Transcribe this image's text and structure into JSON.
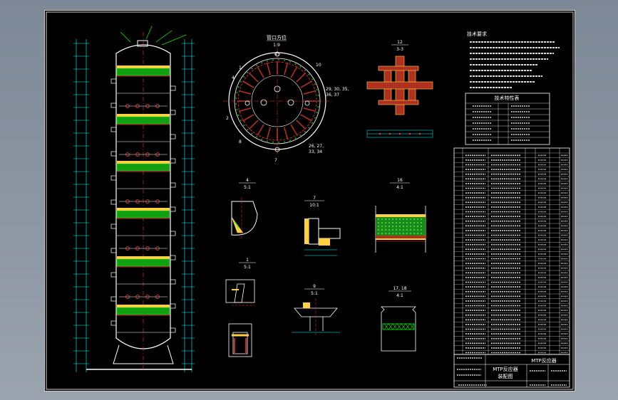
{
  "drawing": {
    "top_plan_title": "管口方位",
    "top_plan_scale": "1:9",
    "section_33_label": "12",
    "section_33_scale": "3-3",
    "tech_req_title": "技术要求",
    "tech_spec_title": "技术特性表",
    "title_main": "MTP反应器",
    "title_sub": "MTP反应器",
    "title_sub2": "装配图",
    "detail_4_label": "4",
    "detail_4_scale": "5:1",
    "detail_7_label": "7",
    "detail_7_scale": "10:1",
    "detail_16_label": "16",
    "detail_16_scale": "4:1",
    "detail_1_label": "1",
    "detail_1_scale": "5:1",
    "detail_9_label": "9",
    "detail_9_scale": "5:1",
    "detail_1718_label": "17, 18",
    "detail_1718_scale": "4:1",
    "plan_labels": {
      "n43": "43",
      "n10": "10",
      "n1": "1",
      "n2": "2",
      "n8": "8",
      "n4": "4",
      "n7": "7",
      "n29": "29, 30, 35,",
      "n36": "36, 37",
      "n26": "26, 27,",
      "n33": "33, 34"
    }
  }
}
